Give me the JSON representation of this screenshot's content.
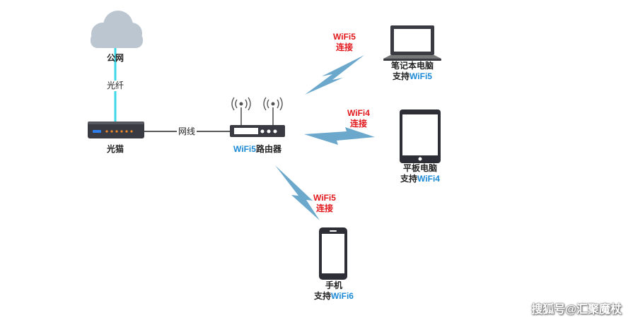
{
  "nodes": {
    "internet": {
      "label": "公网"
    },
    "modem": {
      "label": "光猫"
    },
    "router": {
      "label_prefix": "WiFi5",
      "label_suffix": "路由器"
    },
    "laptop": {
      "label": "笔记本电脑",
      "support_prefix": "支持",
      "support_value": "WiFi5"
    },
    "tablet": {
      "label": "平板电脑",
      "support_prefix": "支持",
      "support_value": "WiFi4"
    },
    "phone": {
      "label": "手机",
      "support_prefix": "支持",
      "support_value": "WiFi6"
    }
  },
  "edges": {
    "fiber": {
      "label": "光纤"
    },
    "ethernet": {
      "label": "网线"
    },
    "to_laptop": {
      "protocol": "WiFi5",
      "status": "连接"
    },
    "to_tablet": {
      "protocol": "WiFi4",
      "status": "连接"
    },
    "to_phone": {
      "protocol": "WiFi5",
      "status": "连接"
    }
  },
  "watermark": "搜狐号@汇聚魔杖",
  "colors": {
    "fiber": "#3fd8e8",
    "wireless": "#6ba8cc",
    "highlight_red": "#e1181c",
    "highlight_blue": "#1c8ad6",
    "device_dark": "#2e2f36"
  }
}
